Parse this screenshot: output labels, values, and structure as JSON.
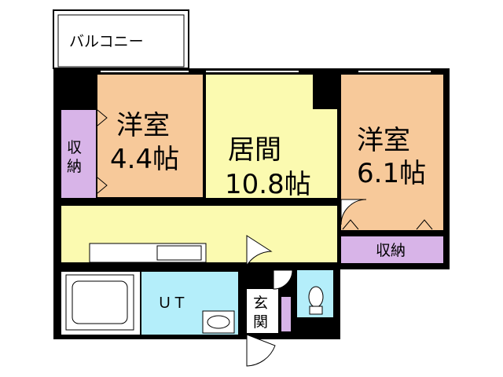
{
  "colors": {
    "wall": "#000000",
    "western_room": "#f7c99a",
    "living": "#fbfab0",
    "storage": "#d8b4e8",
    "wet_area": "#b4eefa",
    "floor_white": "#ffffff"
  },
  "labels": {
    "balcony": "バルコニー",
    "room_left_name": "洋室",
    "room_left_size": "4.4帖",
    "storage_left_1": "収",
    "storage_left_2": "納",
    "living_name": "居間",
    "living_size": "10.8帖",
    "room_right_name": "洋室",
    "room_right_size": "6.1帖",
    "storage_right": "収納",
    "ut": "ＵＴ",
    "entrance_1": "玄",
    "entrance_2": "関"
  }
}
